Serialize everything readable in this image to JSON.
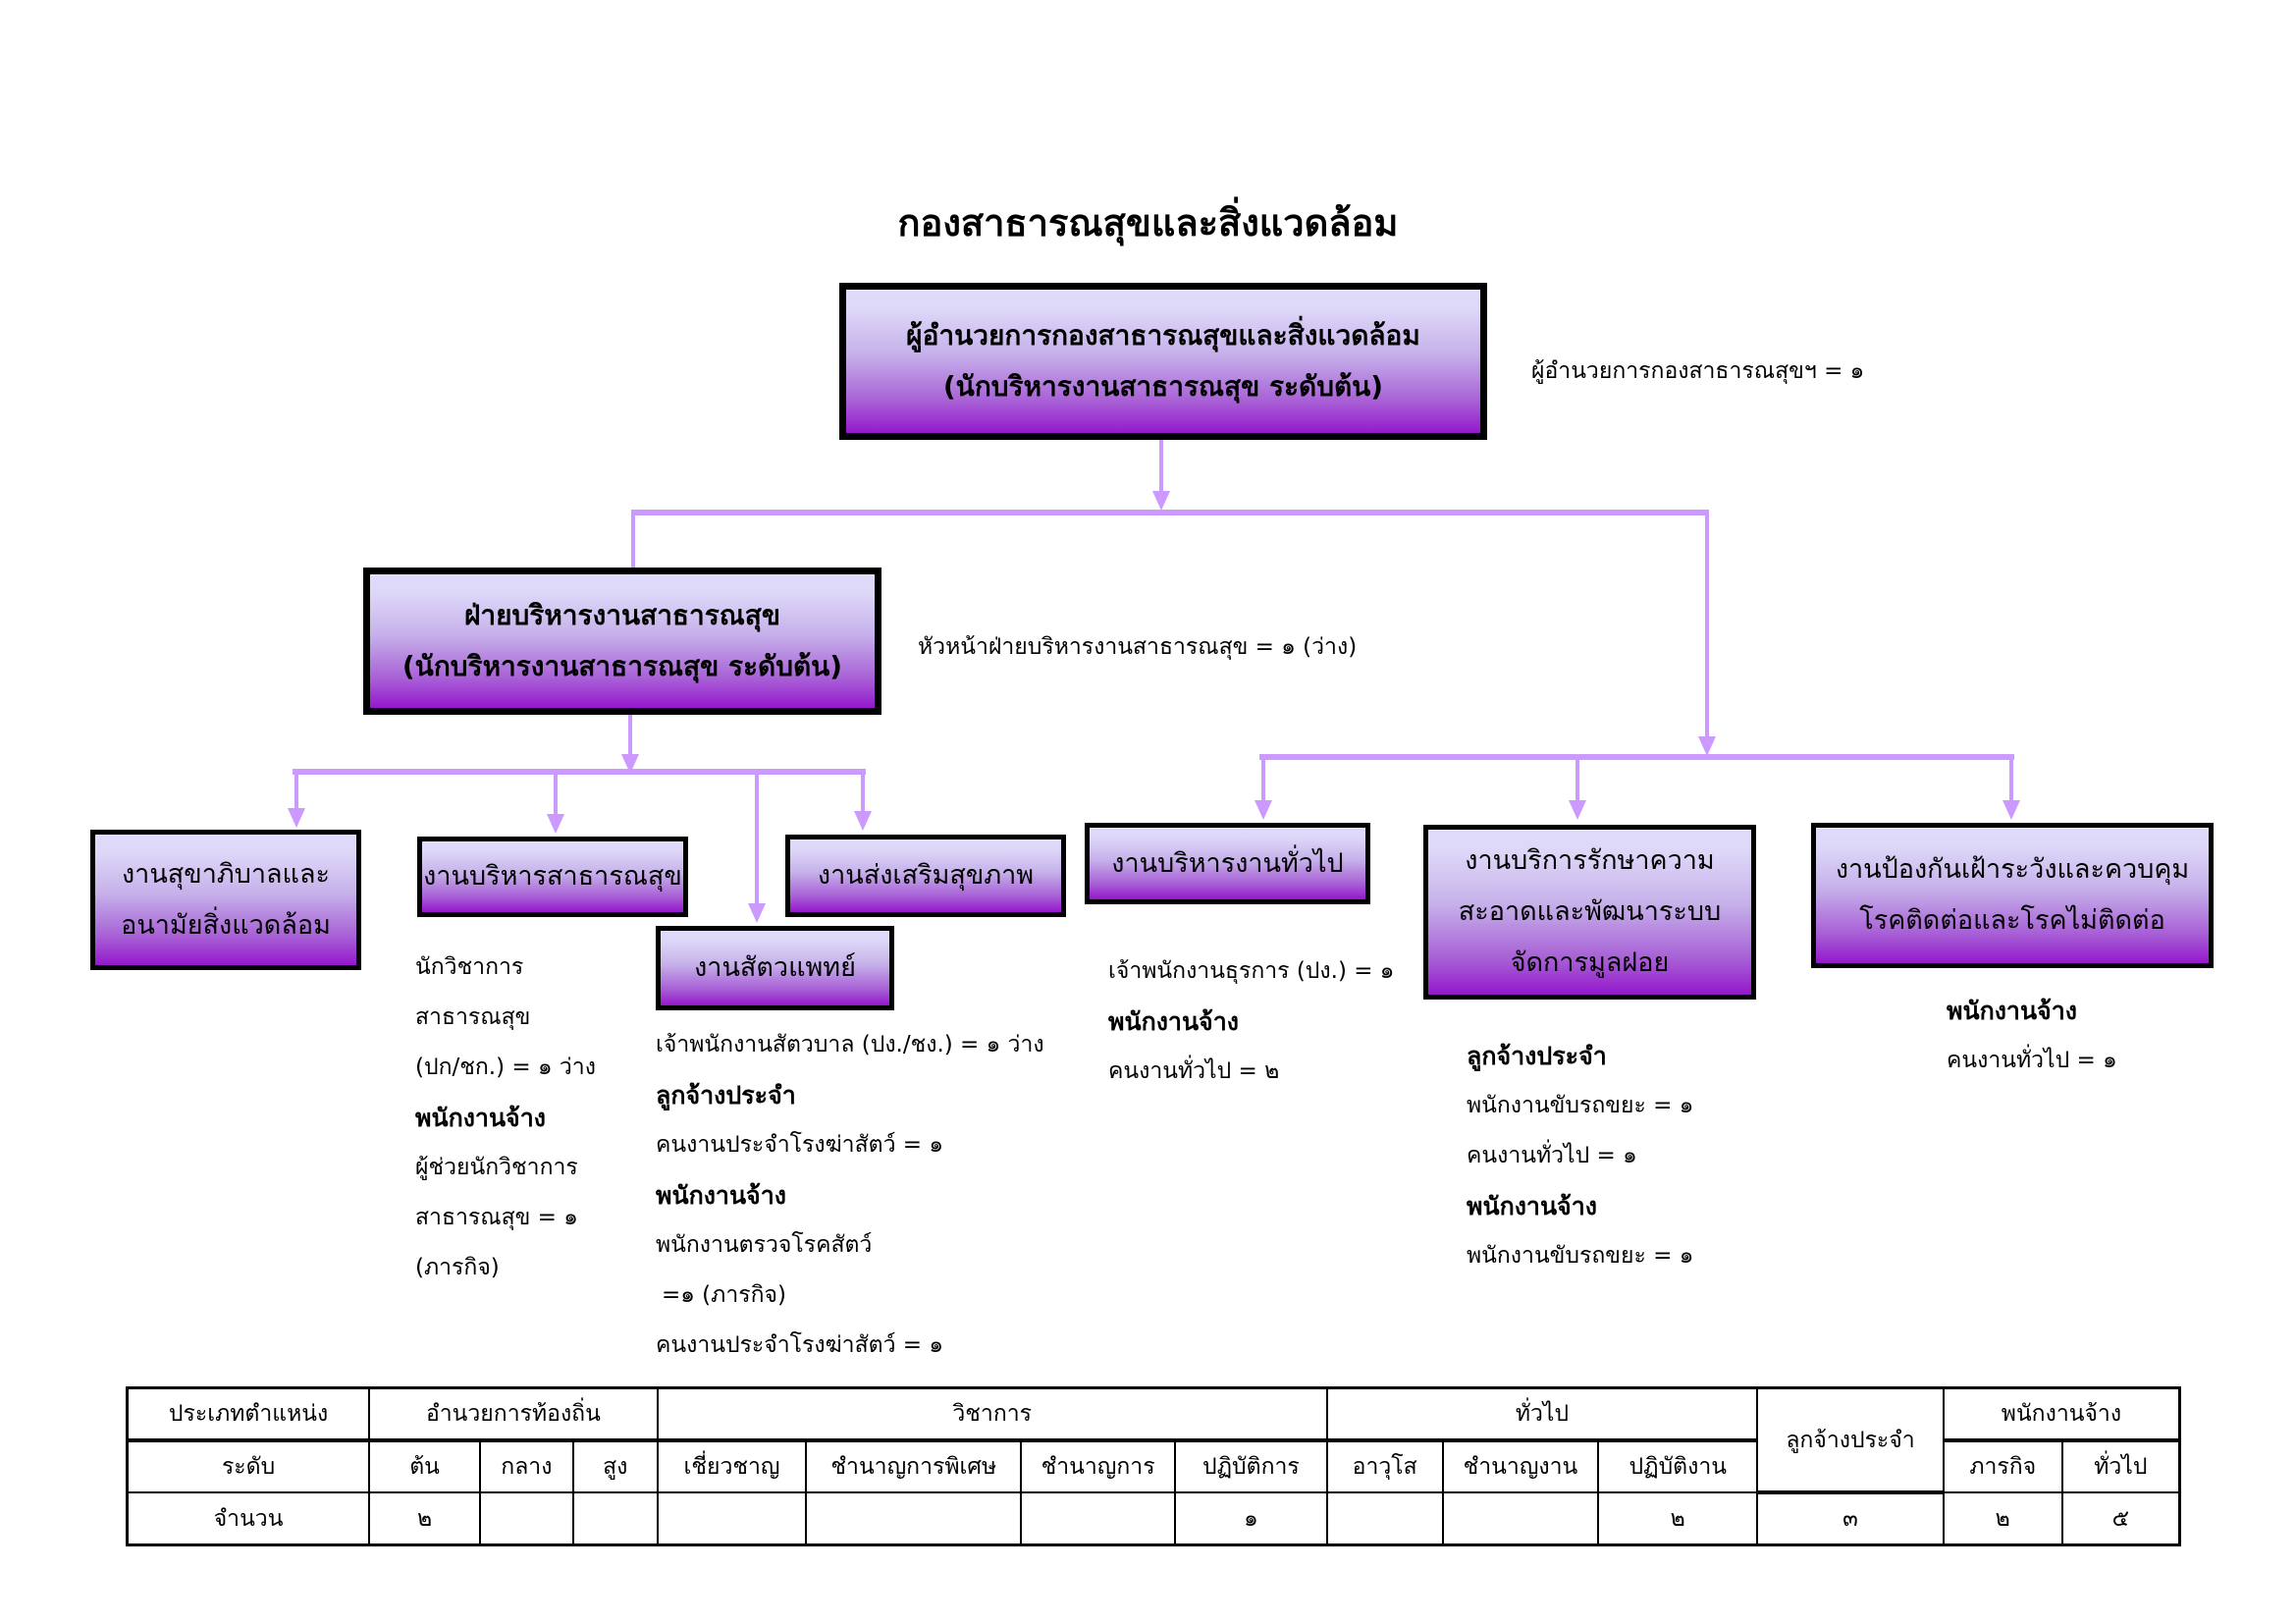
{
  "title": "กองสาธารณสุขและสิ่งแวดล้อม",
  "colors": {
    "connector": "#cc99ff",
    "box_top": "#e0dcfb",
    "box_bottom": "#9418cc",
    "border": "#000000"
  },
  "director": {
    "line1": "ผู้อำนวยการกองสาธารณสุขและสิ่งแวดล้อม",
    "line2": "(นักบริหารงานสาธารณสุข  ระดับต้น)",
    "note": "ผู้อำนวยการกองสาธารณสุขฯ = ๑"
  },
  "division": {
    "line1": "ฝ่ายบริหารงานสาธารณสุข",
    "line2": "(นักบริหารงานสาธารณสุข  ระดับต้น)",
    "note": "หัวหน้าฝ่ายบริหารงานสาธารณสุข = ๑ (ว่าง)"
  },
  "units": {
    "sanitation": {
      "lines": [
        "งานสุขาภิบาลและ",
        "อนามัยสิ่งแวดล้อม"
      ]
    },
    "health_admin": {
      "lines": [
        "งานบริหารสาธารณสุข"
      ],
      "staff": [
        "นักวิชาการ",
        "สาธารณสุข",
        "(ปก/ชก.) = ๑ ว่าง",
        "พนักงานจ้าง",
        "ผู้ช่วยนักวิชาการ",
        "สาธารณสุข = ๑",
        "(ภารกิจ)"
      ]
    },
    "promotion": {
      "lines": [
        "งานส่งเสริมสุขภาพ"
      ]
    },
    "veterinary": {
      "lines": [
        "งานสัตวแพทย์"
      ],
      "staff": [
        "เจ้าพนักงานสัตวบาล (ปง./ชง.) = ๑ ว่าง",
        "ลูกจ้างประจำ",
        "คนงานประจำโรงฆ่าสัตว์ = ๑",
        "พนักงานจ้าง",
        "พนักงานตรวจโรคสัตว์",
        " =๑ (ภารกิจ)",
        "คนงานประจำโรงฆ่าสัตว์ = ๑"
      ]
    },
    "general_admin": {
      "lines": [
        "งานบริหารงานทั่วไป"
      ],
      "staff": [
        "เจ้าพนักงานธุรการ (ปง.) = ๑",
        "พนักงานจ้าง",
        "คนงานทั่วไป = ๒"
      ]
    },
    "cleaning": {
      "lines": [
        "งานบริการรักษาความ",
        "สะอาดและพัฒนาระบบ",
        "จัดการมูลฝอย"
      ],
      "staff": [
        "ลูกจ้างประจำ",
        "พนักงานขับรถขยะ = ๑",
        "คนงานทั่วไป = ๑",
        "พนักงานจ้าง",
        "พนักงานขับรถขยะ = ๑"
      ]
    },
    "disease": {
      "lines": [
        "งานป้องกันเฝ้าระวังและควบคุม",
        "โรคติดต่อและโรคไม่ติดต่อ"
      ],
      "staff": [
        "พนักงานจ้าง",
        "คนงานทั่วไป = ๑"
      ]
    }
  },
  "summary_table": {
    "row1": {
      "type_label": "ประเภทตำแหน่ง",
      "groups": [
        "อำนวยการท้องถิ่น",
        "วิชาการ",
        "ทั่วไป",
        "ลูกจ้างประจำ",
        "พนักงานจ้าง"
      ]
    },
    "row2": {
      "level_label": "ระดับ",
      "levels": [
        "ต้น",
        "กลาง",
        "สูง",
        "เชี่ยวชาญ",
        "ชำนาญการพิเศษ",
        "ชำนาญการ",
        "ปฏิบัติการ",
        "อาวุโส",
        "ชำนาญงาน",
        "ปฏิบัติงาน",
        "ภารกิจ",
        "ทั่วไป"
      ]
    },
    "row3": {
      "count_label": "จำนวน",
      "counts": [
        "๒",
        "",
        "",
        "",
        "",
        "",
        "๑",
        "",
        "",
        "๒",
        "๓",
        "๒",
        "๕"
      ]
    }
  }
}
